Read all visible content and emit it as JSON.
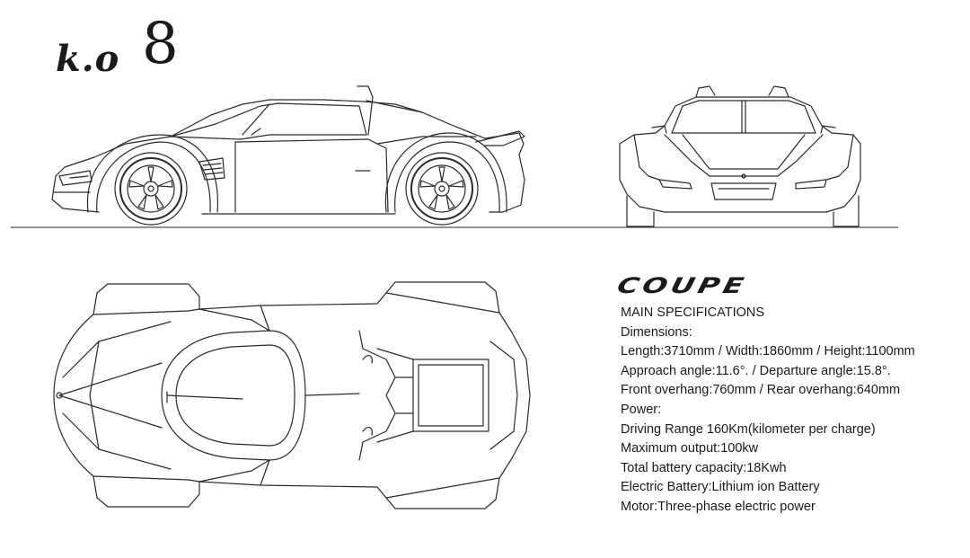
{
  "logo": {
    "script_text": "k.o",
    "number_text": "8"
  },
  "model_label": "COUPE",
  "specs": {
    "heading": "MAIN SPECIFICATIONS",
    "lines": [
      "Dimensions:",
      "Length:3710mm / Width:1860mm / Height:1100mm",
      "Approach angle:11.6°. / Departure angle:15.8°.",
      "Front overhang:760mm / Rear overhang:640mm",
      "Power:",
      "Driving Range 160Km(kilometer per charge)",
      "Maximum output:100kw",
      "Total battery capacity:18Kwh",
      "Electric Battery:Lithium ion Battery",
      "Motor:Three-phase electric power"
    ]
  },
  "colors": {
    "line": "#2a2a2a",
    "background": "#ffffff"
  }
}
